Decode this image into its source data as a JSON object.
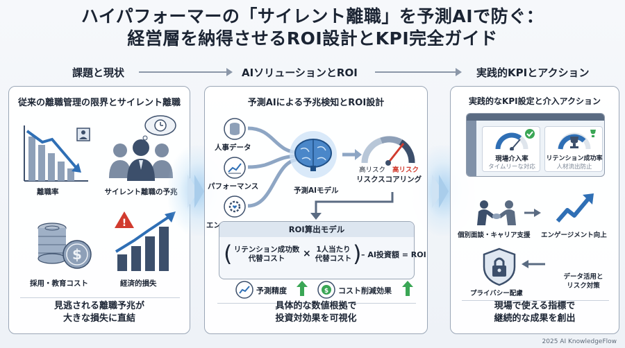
{
  "title": {
    "line1": "ハイパフォーマーの「サイレント離職」を予測AIで防ぐ：",
    "line2": "経営層を納得させるROI設計とKPI完全ガイド"
  },
  "columns": [
    {
      "heading": "課題と現状"
    },
    {
      "heading": "AIソリューションとROI"
    },
    {
      "heading": "実践的KPIとアクション"
    }
  ],
  "left": {
    "title": "従来の離職管理の限界とサイレント離職",
    "items": [
      "離職率",
      "サイレント離職の予兆",
      "採用・教育コスト",
      "経済的損失"
    ],
    "bottom": [
      "見逃される離職予兆が",
      "大きな損失に直結"
    ]
  },
  "mid": {
    "title": "予測AIによる予兆検知とROI設計",
    "inputs": [
      "人事データ",
      "パフォーマンス",
      "エンゲージメント"
    ],
    "model": "予測AIモデル",
    "gauge_low": "高リスク",
    "gauge_high": "高リスク",
    "gauge_label": "リスクスコアリング",
    "roi_title": "ROI算出モデル",
    "formula": {
      "a_line1": "リテンション成功数",
      "a_line2": "代替コスト",
      "times": "×",
      "b_line1": "1人当たり",
      "b_line2": "代替コスト",
      "rest": "– AI投資額 = ROI"
    },
    "metrics": [
      "予測精度",
      "コスト削減効果"
    ],
    "bottom": [
      "具体的な数値根拠で",
      "投資対効果を可視化"
    ]
  },
  "right": {
    "title": "実践的なKPI設定と介入アクション",
    "card1": {
      "label": "現場介入率",
      "sub": "タイムリーな対応"
    },
    "card2": {
      "label": "リテンション成功率",
      "sub": "人材流出防止"
    },
    "actions": [
      "個別面談・キャリア支援",
      "エンゲージメント向上",
      "データ活用と",
      "リスク対策",
      "プライバシー配慮"
    ],
    "bottom": [
      "現場で使える指標で",
      "継続的な成果を創出"
    ]
  },
  "footer": "2025 AI KnowledgeFlow",
  "colors": {
    "accent_blue": "#2f6fb5",
    "navy": "#3c4f6b",
    "red": "#d13b2e",
    "green": "#3aa655"
  }
}
